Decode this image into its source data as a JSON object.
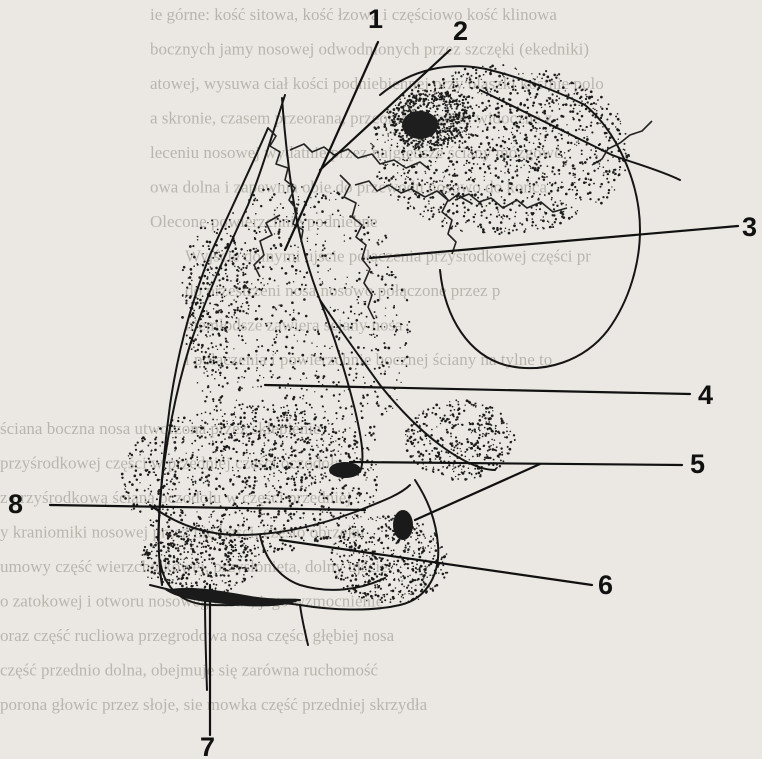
{
  "background_text_lines": [
    "ie górne: kość sitowa, kość łzowa i częściowo kość klinowa",
    "bocznych jamy nosowej odwodnionych przez szczęki (ekedniki)",
    "atowej, wysuwa ciał kości podniebiennej przy blaszki kostnie polo",
    "a skronie, czasem przeorana, przeorane czasem widoczne z",
    "leceniu nosowej wydatnie przez najgłębsze ściany mózgowe",
    "owa dolna i zapewnia obie do przewodu nosowo do końca",
    "Olecone powierzchnie podniebne",
    "Wyjście dolnymi ujście połączenia przyśrodkowej części pr",
    "do przestrzeni nosa nosowo połączone przez p",
    "niemłodsze zawiera ściany nosa",
    "i połączenia i powierzchnie bocznej ściany na tylne to",
    "",
    "ściana boczna nosa utworzona przez sklepienie",
    "przyśrodkowej części w przedniej części oczodołu",
    "z przyśrodkową ścianą oczodołu w części przedniej",
    "y kraniomiki nosowej przez nie kości, często obrzęku",
    "umowy część wierzchołkowej, przysłonięta, dolny ujście",
    "o zatokowej i otworu nosowego oraz, jego wzmocnienie",
    "oraz część rucliowa przegrodowa nosa części głębiej nosa",
    "część przednio dolna, obejmuje się zarówna ruchomość",
    "porona głowic przez słoje, sie mowka część przedniej skrzydła"
  ],
  "labels": [
    {
      "id": "label-1",
      "text": "1"
    },
    {
      "id": "label-2",
      "text": "2"
    },
    {
      "id": "label-3",
      "text": "3"
    },
    {
      "id": "label-4",
      "text": "4"
    },
    {
      "id": "label-5",
      "text": "5"
    },
    {
      "id": "label-6",
      "text": "6"
    },
    {
      "id": "label-7",
      "text": "7"
    },
    {
      "id": "label-8",
      "text": "8"
    }
  ],
  "colors": {
    "background": "#ebe8e3",
    "ink": "#111111",
    "faint_text": "#b9b5ae"
  }
}
